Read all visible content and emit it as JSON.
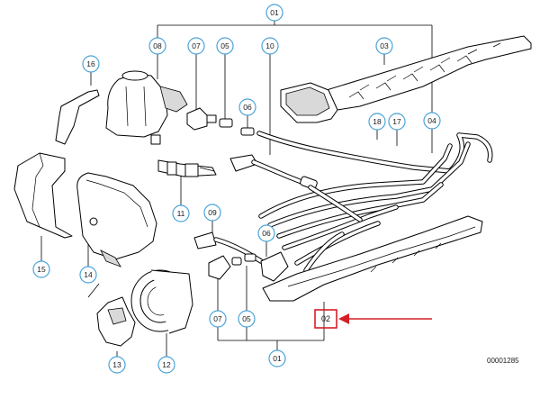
{
  "callouts": {
    "c01_top": "01",
    "c08": "08",
    "c07_top": "07",
    "c05_top": "05",
    "c10": "10",
    "c03": "03",
    "c16": "16",
    "c06_top": "06",
    "c18": "18",
    "c17": "17",
    "c04": "04",
    "c11": "11",
    "c09": "09",
    "c06_mid": "06",
    "c15": "15",
    "c14": "14",
    "c07_bot": "07",
    "c05_bot": "05",
    "c13": "13",
    "c12": "12",
    "c01_bot": "01"
  },
  "highlight": {
    "label": "02",
    "color": "#d61f26"
  },
  "reference_number": "00001285",
  "colors": {
    "callout_stroke": "#4aa3d8",
    "line": "#000000",
    "highlight": "#d61f26"
  }
}
